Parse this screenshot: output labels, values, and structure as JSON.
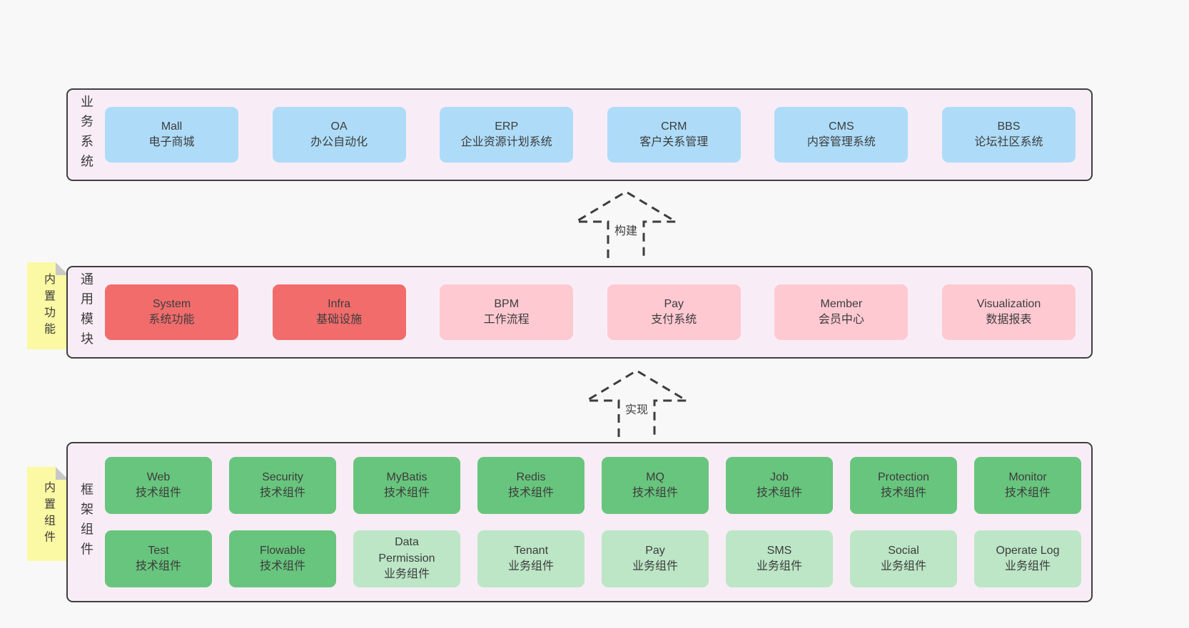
{
  "colors": {
    "page_bg": "#f8f8f8",
    "band_bg": "#f8edf6",
    "band_border": "#3f3f3f",
    "blue_node": "#aedcf8",
    "red_node": "#f26c6c",
    "pink_node": "#ffc9d2",
    "green_node": "#68c57d",
    "light_green_node": "#bce6c6",
    "tab_yellow": "#fbf9a3",
    "tab_fold": "#c8c8c8",
    "arrow": "#3d3d3d",
    "text": "#3c3c3c"
  },
  "layers": [
    {
      "label": "业务系统",
      "boxes": [
        {
          "name": "Mall",
          "desc": "电子商城"
        },
        {
          "name": "OA",
          "desc": "办公自动化"
        },
        {
          "name": "ERP",
          "desc": "企业资源计划系统"
        },
        {
          "name": "CRM",
          "desc": "客户关系管理"
        },
        {
          "name": "CMS",
          "desc": "内容管理系统"
        },
        {
          "name": "BBS",
          "desc": "论坛社区系统"
        }
      ]
    },
    {
      "label": "通用模块",
      "tab": "内置功能",
      "boxes": [
        {
          "name": "System",
          "desc": "系统功能"
        },
        {
          "name": "Infra",
          "desc": "基础设施"
        },
        {
          "name": "BPM",
          "desc": "工作流程"
        },
        {
          "name": "Pay",
          "desc": "支付系统"
        },
        {
          "name": "Member",
          "desc": "会员中心"
        },
        {
          "name": "Visualization",
          "desc": "数据报表"
        }
      ]
    },
    {
      "label": "框架组件",
      "tab": "内置组件",
      "rows": [
        [
          {
            "name": "Web",
            "desc": "技术组件"
          },
          {
            "name": "Security",
            "desc": "技术组件"
          },
          {
            "name": "MyBatis",
            "desc": "技术组件"
          },
          {
            "name": "Redis",
            "desc": "技术组件"
          },
          {
            "name": "MQ",
            "desc": "技术组件"
          },
          {
            "name": "Job",
            "desc": "技术组件"
          },
          {
            "name": "Protection",
            "desc": "技术组件"
          },
          {
            "name": "Monitor",
            "desc": "技术组件"
          }
        ],
        [
          {
            "name": "Test",
            "desc": "技术组件"
          },
          {
            "name": "Flowable",
            "desc": "技术组件"
          },
          {
            "name": "Data\nPermission",
            "desc": "业务组件"
          },
          {
            "name": "Tenant",
            "desc": "业务组件"
          },
          {
            "name": "Pay",
            "desc": "业务组件"
          },
          {
            "name": "SMS",
            "desc": "业务组件"
          },
          {
            "name": "Social",
            "desc": "业务组件"
          },
          {
            "name": "Operate Log",
            "desc": "业务组件"
          }
        ]
      ]
    }
  ],
  "arrows": [
    {
      "label": "构建"
    },
    {
      "label": "实现"
    }
  ]
}
